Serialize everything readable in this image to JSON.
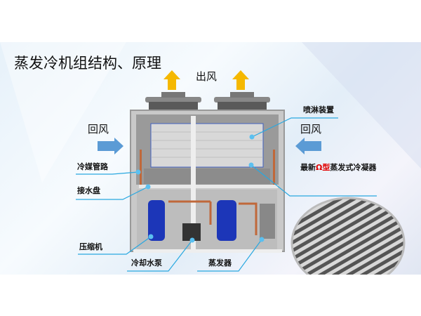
{
  "title": "蒸发冷机组结构、原理",
  "air_out": "出风",
  "air_return_left": "回风",
  "air_return_right": "回风",
  "labels": {
    "refrigerant_pipe": "冷媒管路",
    "water_tray": "接水盘",
    "compressor": "压缩机",
    "cooling_pump": "冷却水泵",
    "evaporator": "蒸发器",
    "spray": "喷淋装置",
    "condenser_prefix": "最新",
    "condenser_omega": "Ω型",
    "condenser_suffix": "蒸发式冷凝器"
  },
  "colors": {
    "arrow_up": "#f5b800",
    "arrow_side": "#5b9bd5",
    "leader": "#29a8e0",
    "omega": "#e00000"
  }
}
